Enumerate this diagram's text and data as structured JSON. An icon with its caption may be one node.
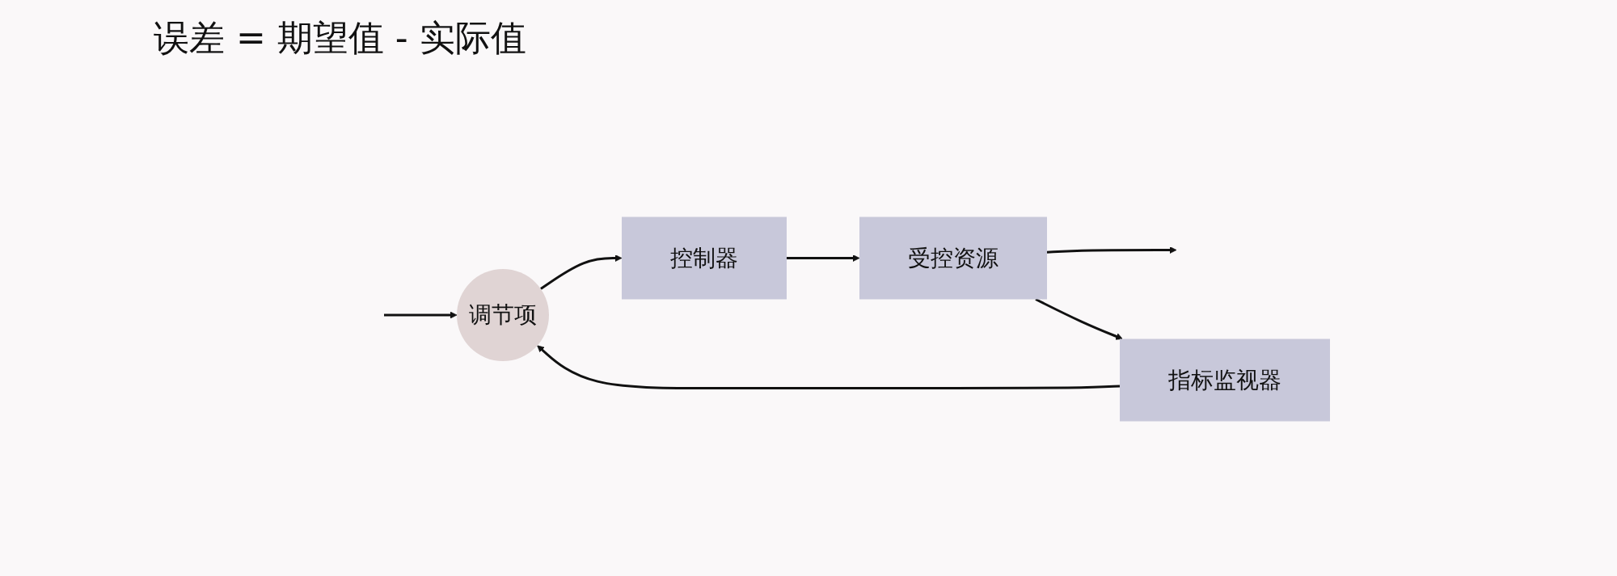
{
  "diagram": {
    "nodes": [
      {
        "text": [
          "调节项"
        ]
      },
      {
        "text": [
          "控制器"
        ]
      },
      {
        "text": [
          "受控资源"
        ]
      },
      {
        "text": [
          "指标监视器"
        ]
      }
    ],
    "edges": [
      {
        "from": null,
        "to": 0,
        "arrow": "to"
      },
      {
        "from": 0,
        "to": 1,
        "arrow": "to"
      },
      {
        "from": 1,
        "to": 2,
        "arrow": "to"
      },
      {
        "from": 2,
        "to": null,
        "arrow": "to"
      },
      {
        "from": 2,
        "to": 3,
        "arrow": "to"
      },
      {
        "from": 3,
        "to": 0,
        "arrow": "to"
      }
    ],
    "labels": [
      "误差 = 期望值 - 实际值"
    ]
  }
}
